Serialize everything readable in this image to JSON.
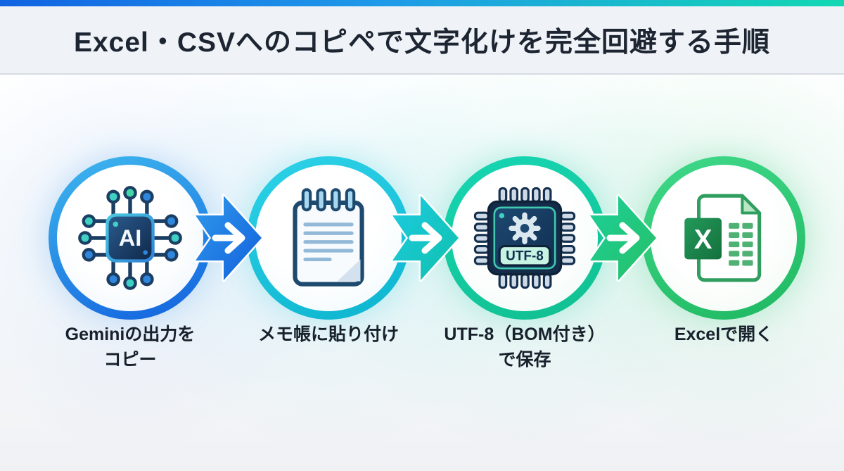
{
  "header": {
    "title": "Excel・CSVへのコピペで文字化けを完全回避する手順"
  },
  "steps": [
    {
      "line1": "Geminiの出力を",
      "line2": "コピー",
      "icon": "ai-chip-icon",
      "icon_text": "AI",
      "ring_color": "#1e7de6"
    },
    {
      "line1": "メモ帳に貼り付け",
      "line2": "",
      "icon": "notepad-icon",
      "icon_text": "",
      "ring_color": "#15c2dc"
    },
    {
      "line1": "UTF-8（BOM付き）",
      "line2": "で保存",
      "icon": "utf8-chip-icon",
      "icon_text": "UTF-8",
      "ring_color": "#14cba2"
    },
    {
      "line1": "Excelで開く",
      "line2": "",
      "icon": "excel-file-icon",
      "icon_text": "X",
      "ring_color": "#2ecb74"
    }
  ],
  "palette": {
    "topbar_left": "#1163e2",
    "topbar_right": "#12d8b2",
    "header_bg": "#eff2f6",
    "title_color": "#1c2531",
    "label_color": "#17202b",
    "arrow_blue": "#1d6fe2",
    "arrow_teal": "#12c3cf",
    "arrow_green": "#22c97e"
  }
}
